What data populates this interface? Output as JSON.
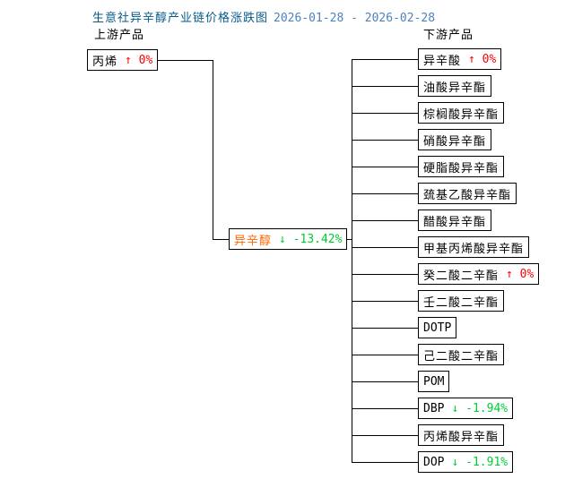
{
  "title": {
    "text": "生意社异辛醇产业链价格涨跌图",
    "date_range": "2026-01-28 - 2026-02-28"
  },
  "headers": {
    "upstream": "上游产品",
    "downstream": "下游产品"
  },
  "upstream_node": {
    "name": "丙烯",
    "change": "↑ 0%",
    "direction": "up"
  },
  "center_node": {
    "name": "异辛醇",
    "change": "↓ -13.42%",
    "direction": "down"
  },
  "downstream_nodes": [
    {
      "name": "异辛酸",
      "change": "↑ 0%",
      "direction": "up"
    },
    {
      "name": "油酸异辛酯"
    },
    {
      "name": "棕榈酸异辛酯"
    },
    {
      "name": "硝酸异辛酯"
    },
    {
      "name": "硬脂酸异辛酯"
    },
    {
      "name": "巯基乙酸异辛酯"
    },
    {
      "name": "醋酸异辛酯"
    },
    {
      "name": "甲基丙烯酸异辛酯"
    },
    {
      "name": "癸二酸二辛酯",
      "change": "↑ 0%",
      "direction": "up"
    },
    {
      "name": "壬二酸二辛酯"
    },
    {
      "name": "DOTP"
    },
    {
      "name": "己二酸二辛酯"
    },
    {
      "name": "POM"
    },
    {
      "name": "DBP",
      "change": "↓ -1.94%",
      "direction": "down"
    },
    {
      "name": "丙烯酸异辛酯"
    },
    {
      "name": "DOP",
      "change": "↓ -1.91%",
      "direction": "down"
    }
  ],
  "colors": {
    "title_blue": "#065a8a",
    "date_blue": "#4f81bd",
    "up_red": "#ff0000",
    "down_green": "#00cc33",
    "center_orange": "#ff6600"
  }
}
